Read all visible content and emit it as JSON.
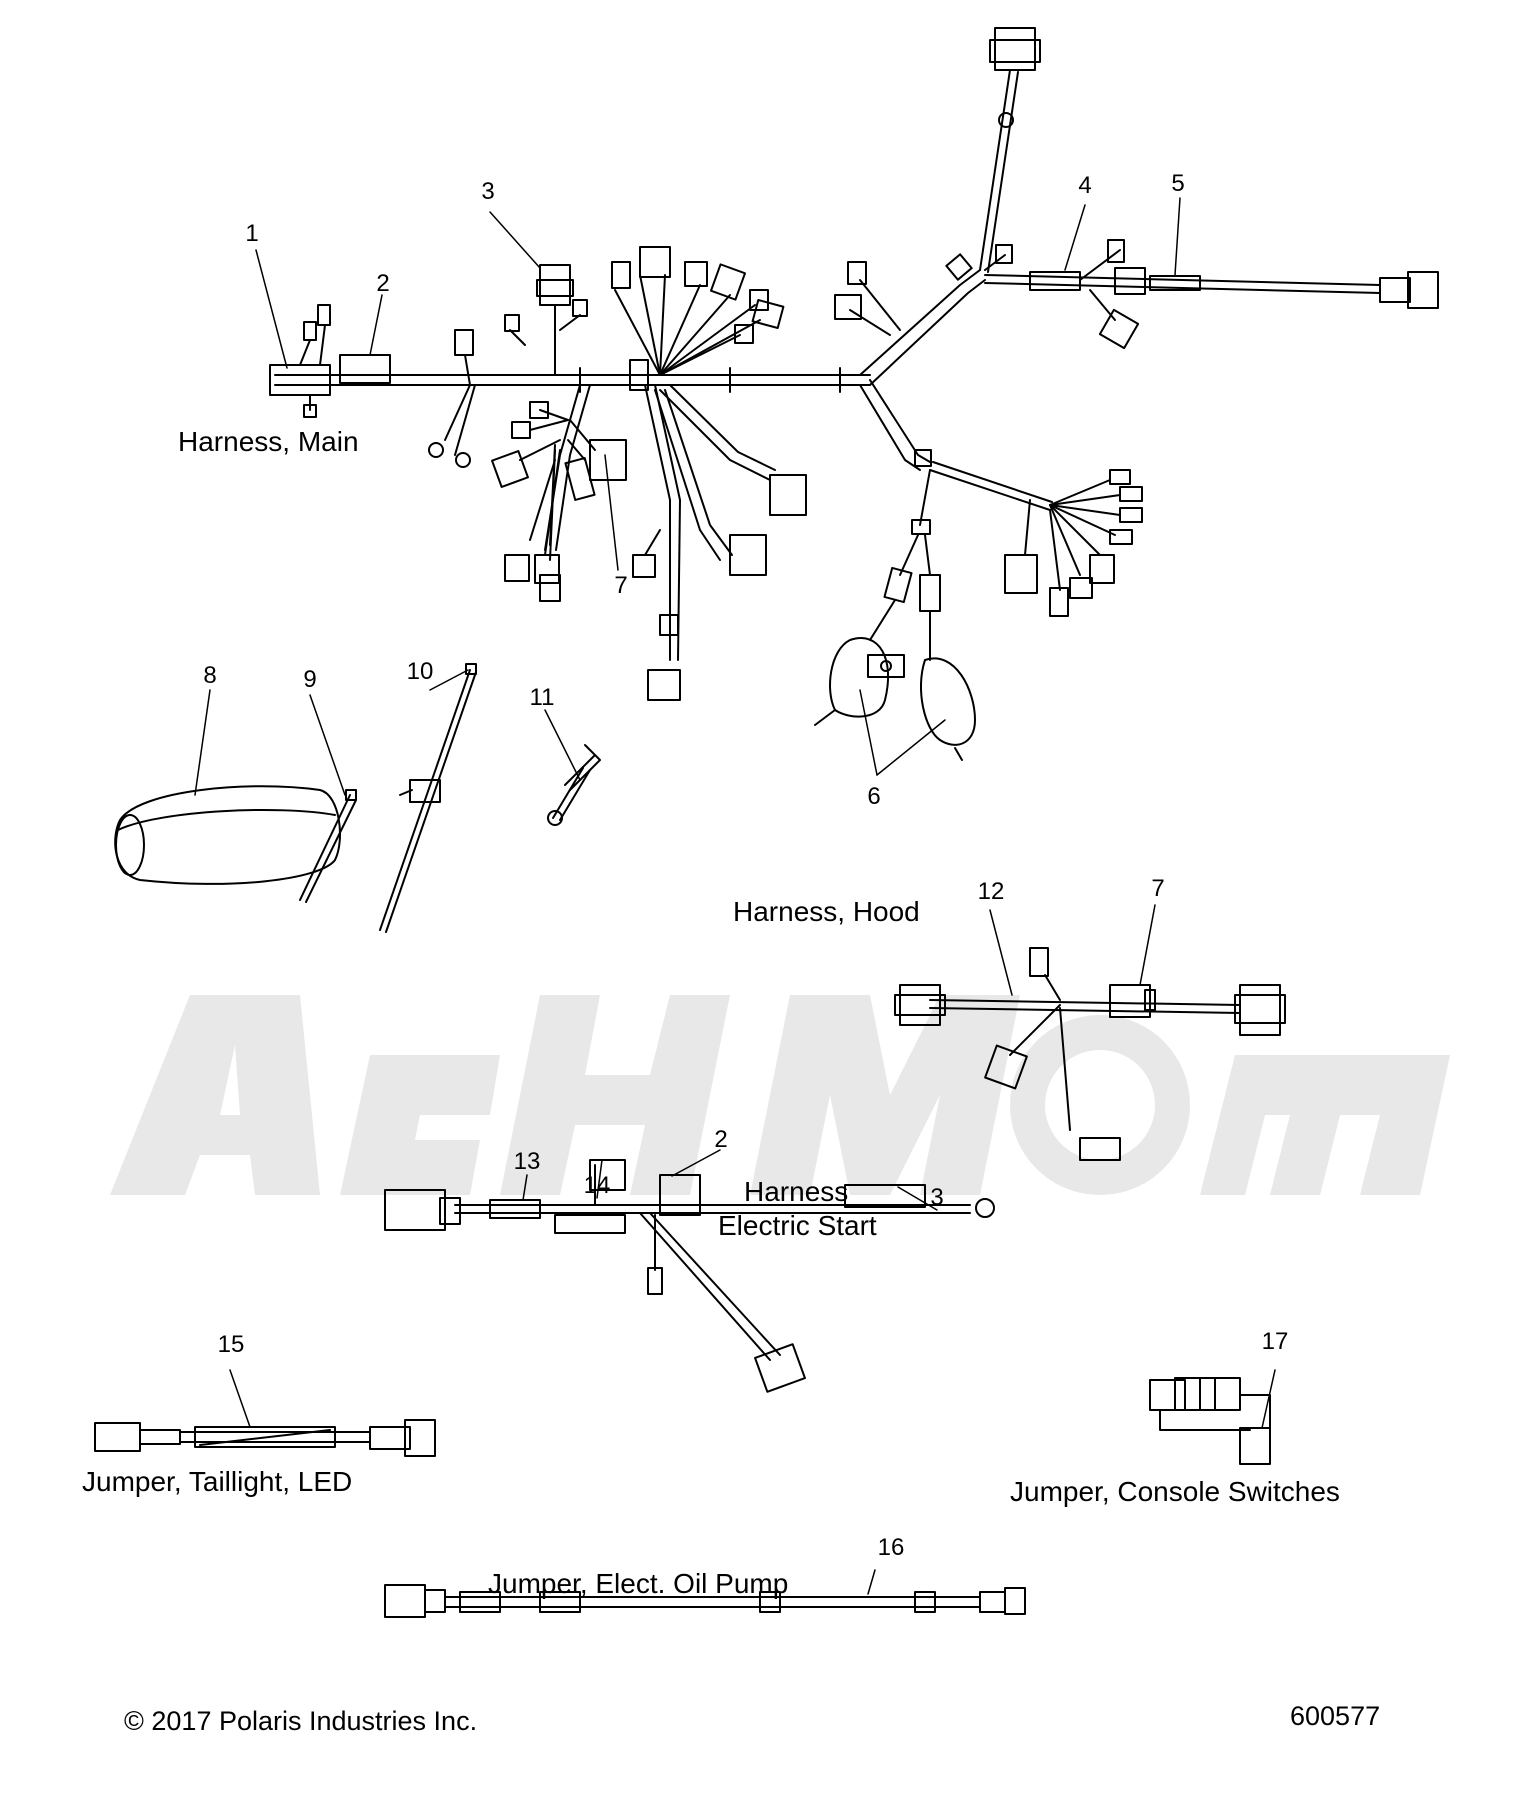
{
  "assembly_labels": {
    "harness_main": "Harness, Main",
    "harness_hood": "Harness, Hood",
    "harness_electric_start_line1": "Harness",
    "harness_electric_start_line2": "Electric Start",
    "jumper_taillight": "Jumper, Taillight, LED",
    "jumper_console": "Jumper, Console Switches",
    "jumper_oil_pump": "Jumper, Elect. Oil Pump"
  },
  "callouts": {
    "c1": "1",
    "c2a": "2",
    "c3a": "3",
    "c4": "4",
    "c5": "5",
    "c6": "6",
    "c7a": "7",
    "c8": "8",
    "c9": "9",
    "c10": "10",
    "c11": "11",
    "c12": "12",
    "c7b": "7",
    "c13": "13",
    "c14": "14",
    "c2b": "2",
    "c3b": "3",
    "c15": "15",
    "c16": "16",
    "c17": "17"
  },
  "footer": {
    "copyright": "© 2017 Polaris Industries Inc.",
    "figure_id": "600577"
  },
  "colors": {
    "line": "#000000",
    "watermark": "#e6e6e6",
    "background": "#ffffff"
  }
}
